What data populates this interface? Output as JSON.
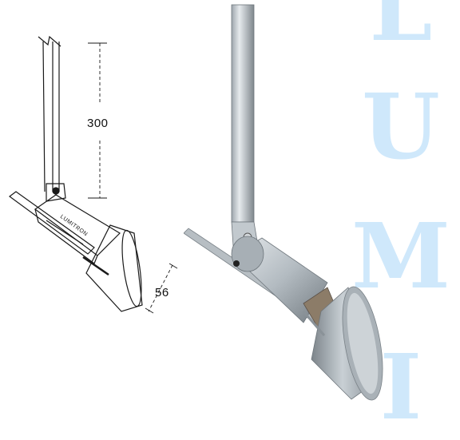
{
  "drawing": {
    "dimension_height": "300",
    "dimension_diameter": "56",
    "brand_label": "LUMITRON"
  },
  "watermark": {
    "letters": [
      "L",
      "U",
      "M",
      "I"
    ],
    "color": "#cfe8fb"
  },
  "colors": {
    "line": "#1a1a1a",
    "metal_light": "#d8dde1",
    "metal_mid": "#aab2b8",
    "metal_dark": "#6e767c"
  }
}
